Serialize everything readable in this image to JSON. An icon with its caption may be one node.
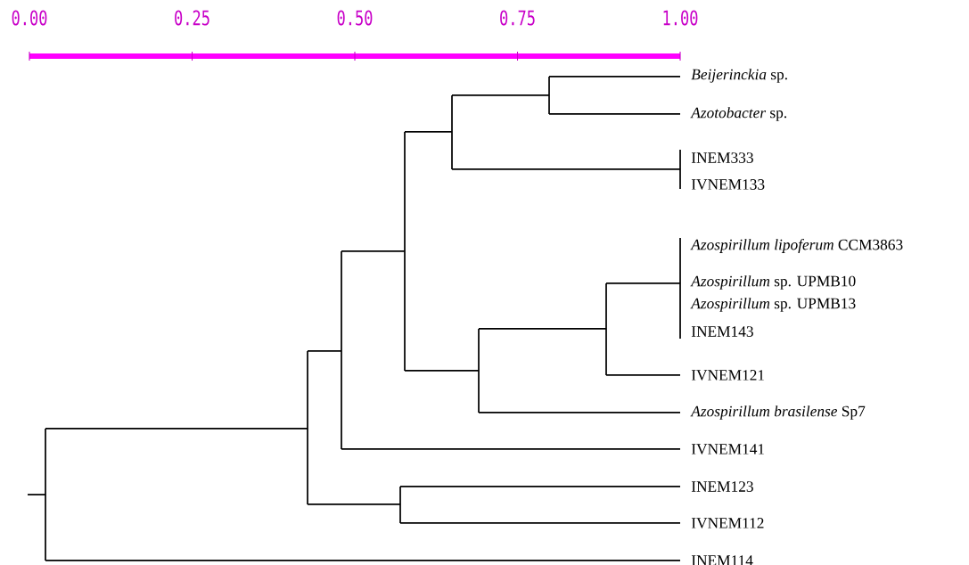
{
  "diagram": {
    "labels": [
      "0.00",
      "0.25",
      "0.50",
      "0.75",
      "1.00",
      "*Beijerinckia* sp.",
      "*Azotobacter* sp.",
      "INEM333",
      "IVNEM133",
      "*Azospirillum lipoferum* CCM3863",
      "*Azospirillum* sp. UPMB10",
      "*Azospirillum* sp. UPMB13",
      "INEM143",
      "IVNEM121",
      "*Azospirillum brasilense* Sp7",
      "IVNEM141",
      "INEM123",
      "IVNEM112",
      "INEM114"
    ]
  }
}
